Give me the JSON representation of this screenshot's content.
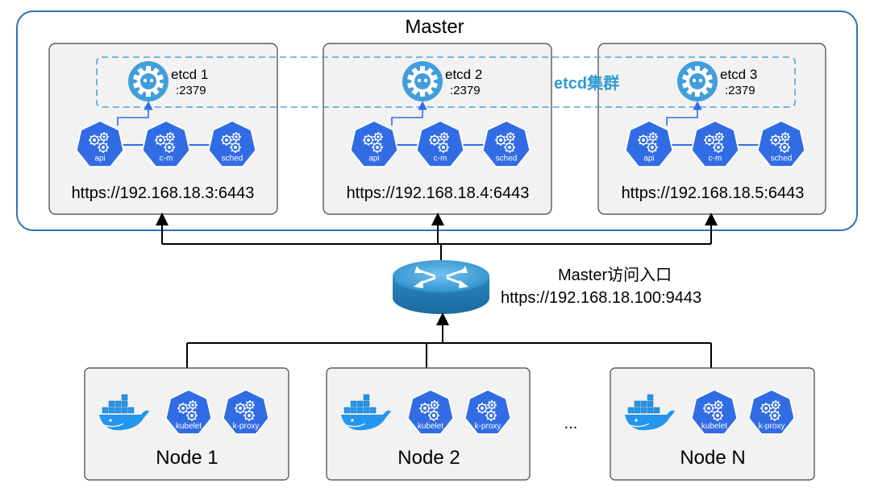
{
  "master": {
    "title": "Master"
  },
  "etcd_cluster_label": "etcd集群",
  "masters": [
    {
      "etcd_name": "etcd 1",
      "etcd_port": ":2379",
      "url": "https://192.168.18.3:6443"
    },
    {
      "etcd_name": "etcd 2",
      "etcd_port": ":2379",
      "url": "https://192.168.18.4:6443"
    },
    {
      "etcd_name": "etcd 3",
      "etcd_port": ":2379",
      "url": "https://192.168.18.5:6443"
    }
  ],
  "component_labels": {
    "api": "api",
    "cm": "c-m",
    "sched": "sched"
  },
  "entry": {
    "title": "Master访问入口",
    "url": "https://192.168.18.100:9443"
  },
  "nodes": [
    {
      "name": "Node 1"
    },
    {
      "name": "Node 2"
    },
    {
      "name": "Node N"
    }
  ],
  "node_component_labels": {
    "kubelet": "kubelet",
    "kproxy": "k-proxy"
  },
  "ellipsis": "...",
  "colors": {
    "k8s_blue": "#326CE5",
    "frame_blue": "#2E75B6",
    "etcd_blue": "#419EDA",
    "cluster_text": "#2E9BD6",
    "router": "#3A9BD1",
    "docker": "#2496ED",
    "box_fill": "#F2F2F2"
  }
}
